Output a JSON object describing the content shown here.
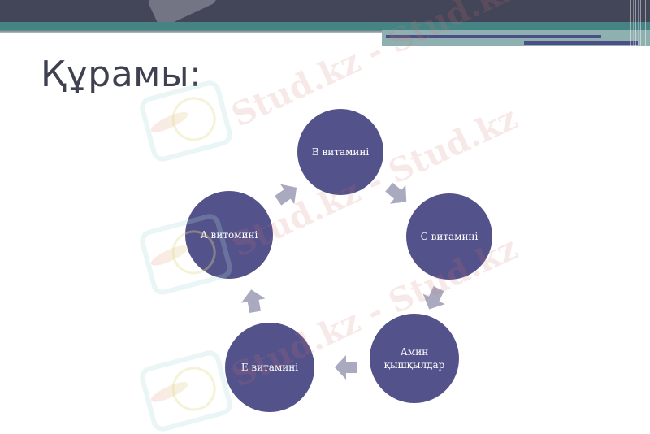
{
  "slide": {
    "title": "Құрамы:",
    "colors": {
      "header_dark": "#434558",
      "header_teal": "#468385",
      "header_bars": "#4d4e85",
      "title_text": "#3f4150",
      "node_fill": "#54528a",
      "node_text": "#ffffff",
      "arrow_fill": "#a9aabf"
    }
  },
  "diagram": {
    "type": "cycle",
    "direction": "clockwise",
    "nodes": [
      {
        "id": "b",
        "label": "В  витамині"
      },
      {
        "id": "c",
        "label": "С  витамині"
      },
      {
        "id": "amino",
        "label_line1": "Амин",
        "label_line2": "қышқылдар"
      },
      {
        "id": "e",
        "label": "Е  витамині"
      },
      {
        "id": "a",
        "label": "А витомині"
      }
    ],
    "edges": [
      {
        "from": "b",
        "to": "c"
      },
      {
        "from": "c",
        "to": "amino"
      },
      {
        "from": "amino",
        "to": "e"
      },
      {
        "from": "e",
        "to": "a"
      },
      {
        "from": "a",
        "to": "b"
      }
    ]
  },
  "watermark": {
    "text": "Stud.kz",
    "text_full": "Stud.kz - Stud.kz"
  }
}
